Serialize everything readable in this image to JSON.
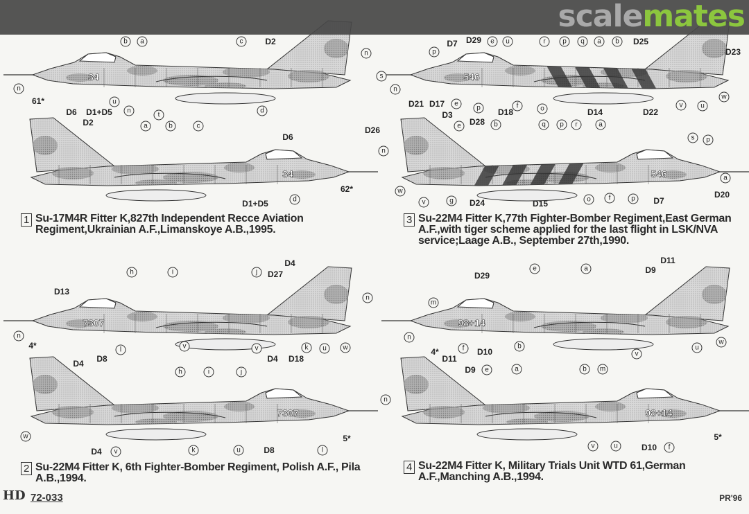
{
  "brand": {
    "logo_left": "scale",
    "logo_right": "mates",
    "logo_colors": {
      "scale": "#a9a9a9",
      "mates": "#8cc63e"
    }
  },
  "panels": [
    {
      "number": "1",
      "caption": "Su-17M4R Fitter K,827th Independent Recce Aviation Regiment,Ukrainian A.F.,Limanskoye A.B.,1995.",
      "callouts": [
        "b",
        "a",
        "c",
        "D2",
        "n",
        "n",
        "61*",
        "D6",
        "D1+D5",
        "u",
        "n",
        "t",
        "d",
        "D2",
        "a",
        "b",
        "c",
        "D6",
        "62*",
        "D1+D5",
        "d"
      ]
    },
    {
      "number": "3",
      "caption": "Su-22M4 Fitter K,77th Fighter-Bomber Regiment,East German A.F.,with tiger scheme applied for the last flight in LSK/NVA service;Laage A.B., September 27th,1990.",
      "callouts": [
        "D29",
        "e",
        "u",
        "r",
        "p",
        "q",
        "a",
        "b",
        "D25",
        "D23",
        "D7",
        "p",
        "s",
        "n",
        "D21",
        "D17",
        "e",
        "p",
        "D18",
        "f",
        "o",
        "D14",
        "D22",
        "v",
        "u",
        "w",
        "D3",
        "D26",
        "e",
        "D28",
        "b",
        "q",
        "p",
        "r",
        "a",
        "s",
        "p",
        "n",
        "a",
        "D20",
        "w",
        "v",
        "g",
        "D24",
        "D15",
        "o",
        "f",
        "p",
        "D7"
      ]
    },
    {
      "number": "2",
      "caption": "Su-22M4 Fitter K, 6th Fighter-Bomber Regiment, Polish A.F., Pila A.B.,1994.",
      "callouts": [
        "h",
        "i",
        "j",
        "D4",
        "D27",
        "n",
        "D13",
        "n",
        "4*",
        "D8",
        "l",
        "v",
        "v",
        "D4",
        "D18",
        "k",
        "u",
        "w",
        "D4",
        "h",
        "i",
        "j",
        "w",
        "D4",
        "v",
        "k",
        "u",
        "D8",
        "l",
        "5*"
      ]
    },
    {
      "number": "4",
      "caption": "Su-22M4 Fitter K, Military Trials Unit WTD 61,German A.F.,Manching A.B.,1994.",
      "callouts": [
        "D11",
        "D9",
        "e",
        "a",
        "D29",
        "m",
        "n",
        "4*",
        "f",
        "D10",
        "b",
        "v",
        "u",
        "w",
        "D11",
        "D9",
        "e",
        "a",
        "b",
        "m",
        "n",
        "v",
        "u",
        "D10",
        "f",
        "5*"
      ]
    }
  ],
  "aircraft_markings": {
    "p1": "34",
    "p3": "546",
    "p2": "7307",
    "p4": "98+14"
  },
  "footer": {
    "maker_mark": "HD",
    "kit_code": "72-033",
    "artist": "PR'96"
  }
}
